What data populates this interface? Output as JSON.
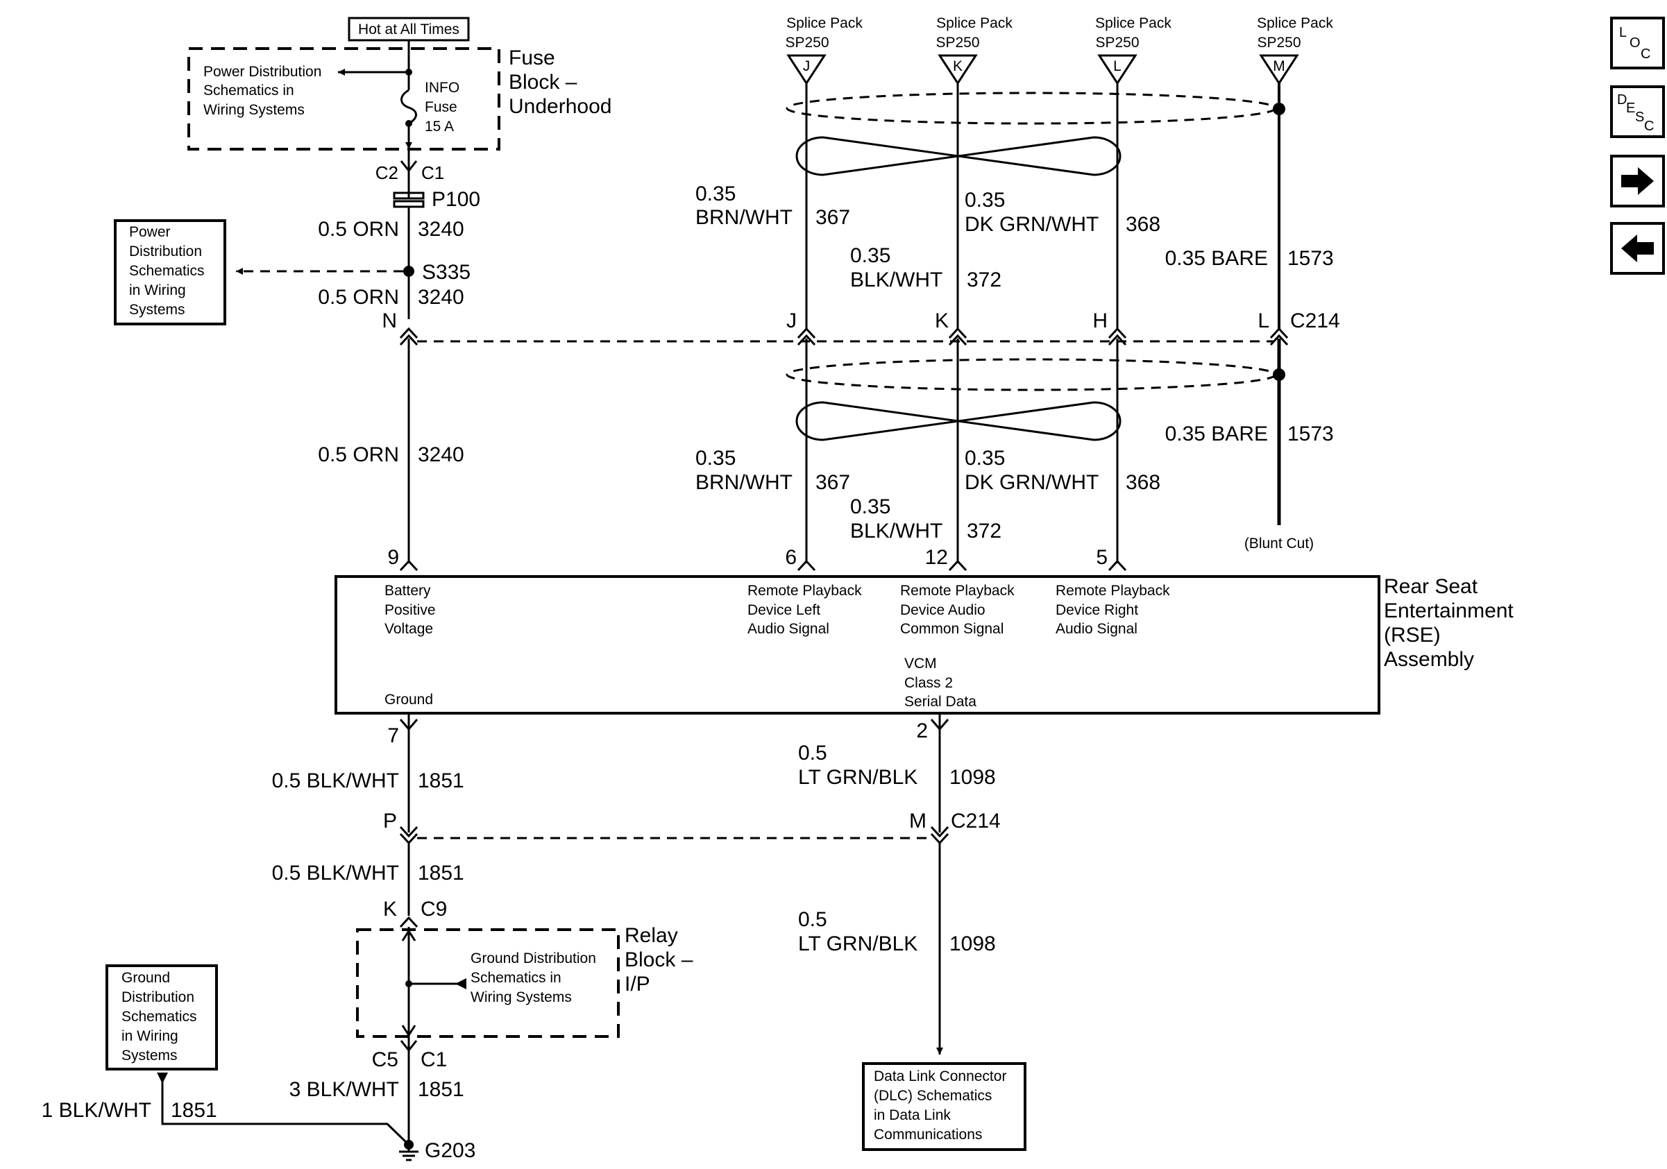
{
  "top": {
    "hot_label": "Hot at All Times",
    "pd_box": [
      "Power Distribution",
      "Schematics in",
      "Wiring Systems"
    ],
    "fuse_label": [
      "INFO",
      "Fuse",
      "15 A"
    ],
    "fuse_block_title": [
      "Fuse",
      "Block –",
      "Underhood"
    ],
    "c2": "C2",
    "c1": "C1",
    "p100": "P100",
    "wire_top_gauge": "0.5 ORN",
    "wire_top_num": "3240",
    "pd_box2": [
      "Power",
      "Distribution",
      "Schematics",
      "in Wiring",
      "Systems"
    ],
    "s335": "S335",
    "wire_mid_gauge": "0.5 ORN",
    "wire_mid_num": "3240",
    "pin_n": "N",
    "wire_low_gauge": "0.5 ORN",
    "wire_low_num": "3240"
  },
  "splices": [
    {
      "line1": "Splice Pack",
      "line2": "SP250",
      "letter": "J"
    },
    {
      "line1": "Splice Pack",
      "line2": "SP250",
      "letter": "K"
    },
    {
      "line1": "Splice Pack",
      "line2": "SP250",
      "letter": "L"
    },
    {
      "line1": "Splice Pack",
      "line2": "SP250",
      "letter": "M"
    }
  ],
  "upper_wires": {
    "j_gauge_a": "0.35",
    "j_gauge_b": "BRN/WHT",
    "j_num": "367",
    "l_gauge_a": "0.35",
    "l_gauge_b": "DK GRN/WHT",
    "l_num": "368",
    "k_gauge_a": "0.35",
    "k_gauge_b": "BLK/WHT",
    "k_num": "372",
    "m_gauge": "0.35 BARE",
    "m_num": "1573"
  },
  "c214_pins": {
    "j": "J",
    "k": "K",
    "h": "H",
    "l": "L",
    "label": "C214"
  },
  "lower_wires": {
    "j_gauge_a": "0.35",
    "j_gauge_b": "BRN/WHT",
    "j_num": "367",
    "l_gauge_a": "0.35",
    "l_gauge_b": "DK GRN/WHT",
    "l_num": "368",
    "k_gauge_a": "0.35",
    "k_gauge_b": "BLK/WHT",
    "k_num": "372",
    "m_gauge": "0.35 BARE",
    "m_num": "1573",
    "blunt_cut": "(Blunt Cut)"
  },
  "rse": {
    "pin9": "9",
    "pin6": "6",
    "pin12": "12",
    "pin5": "5",
    "battery": [
      "Battery",
      "Positive",
      "Voltage"
    ],
    "left": [
      "Remote Playback",
      "Device Left",
      "Audio Signal"
    ],
    "common": [
      "Remote Playback",
      "Device Audio",
      "Common Signal"
    ],
    "right": [
      "Remote Playback",
      "Device Right",
      "Audio Signal"
    ],
    "vcm": [
      "VCM",
      "Class 2",
      "Serial Data"
    ],
    "ground": "Ground",
    "title": [
      "Rear Seat",
      "Entertainment",
      "(RSE)",
      "Assembly"
    ],
    "pin7": "7",
    "pin2": "2"
  },
  "bottom": {
    "g_gauge1": "0.5 BLK/WHT",
    "g_num1": "1851",
    "pin_p": "P",
    "pin_m": "M",
    "c214": "C214",
    "g_gauge2": "0.5 BLK/WHT",
    "g_num2": "1851",
    "pin_k": "K",
    "c9": "C9",
    "relay_title": [
      "Relay",
      "Block –",
      "I/P"
    ],
    "gd_inner": [
      "Ground Distribution",
      "Schematics in",
      "Wiring Systems"
    ],
    "c5": "C5",
    "c1": "C1",
    "g_gauge3": "3 BLK/WHT",
    "g_num3": "1851",
    "gd_box": [
      "Ground",
      "Distribution",
      "Schematics",
      "in Wiring",
      "Systems"
    ],
    "g_gauge4": "1 BLK/WHT",
    "g_num4": "1851",
    "g203": "G203",
    "d_gauge1a": "0.5",
    "d_gauge1b": "LT GRN/BLK",
    "d_num1": "1098",
    "d_gauge2a": "0.5",
    "d_gauge2b": "LT GRN/BLK",
    "d_num2": "1098",
    "dlc_box": [
      "Data Link Connector",
      "(DLC) Schematics",
      "in Data Link",
      "Communications"
    ]
  },
  "nav": {
    "loc": [
      "L",
      "O",
      "C"
    ],
    "desc": [
      "D",
      "E",
      "S",
      "C"
    ]
  }
}
